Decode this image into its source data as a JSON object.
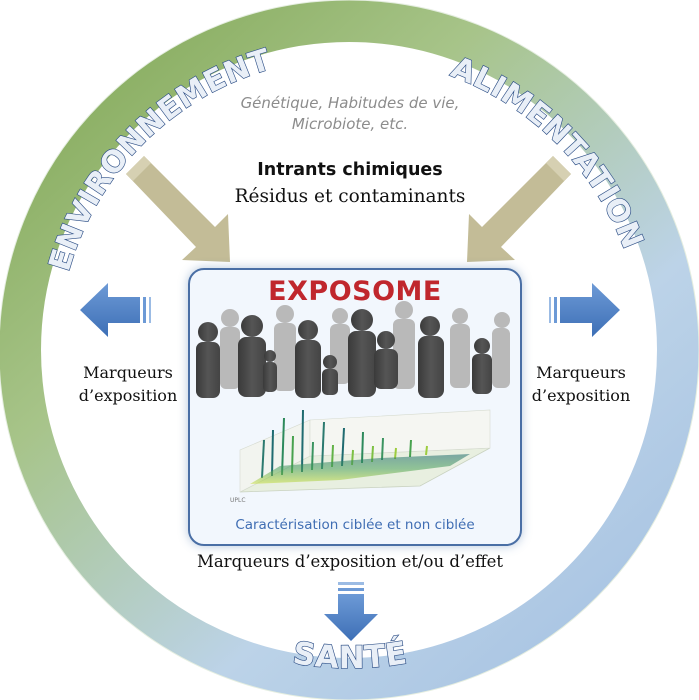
{
  "ring": {
    "left_label": "ENVIRONNEMENT",
    "right_label": "ALIMENTATION",
    "bottom_label": "SANTÉ"
  },
  "note": "Génétique, Habitudes de vie, Microbiote, etc.",
  "inputs": {
    "title": "Intrants chimiques",
    "subtitle": "Résidus et contaminants"
  },
  "exposome": {
    "title": "EXPOSOME",
    "caption": "Caractérisation ciblée et non ciblée"
  },
  "side_labels": {
    "left": "Marqueurs d’exposition",
    "right": "Marqueurs d’exposition"
  },
  "bottom_output": "Marqueurs d’exposition et/ou d’effet",
  "colors": {
    "ring_green": "#8fb16a",
    "ring_blue": "#b3cde6",
    "tan_arrow": "#c3bc97",
    "blue_arrow": "#4a7fc4",
    "exposome_red": "#c0272d"
  }
}
